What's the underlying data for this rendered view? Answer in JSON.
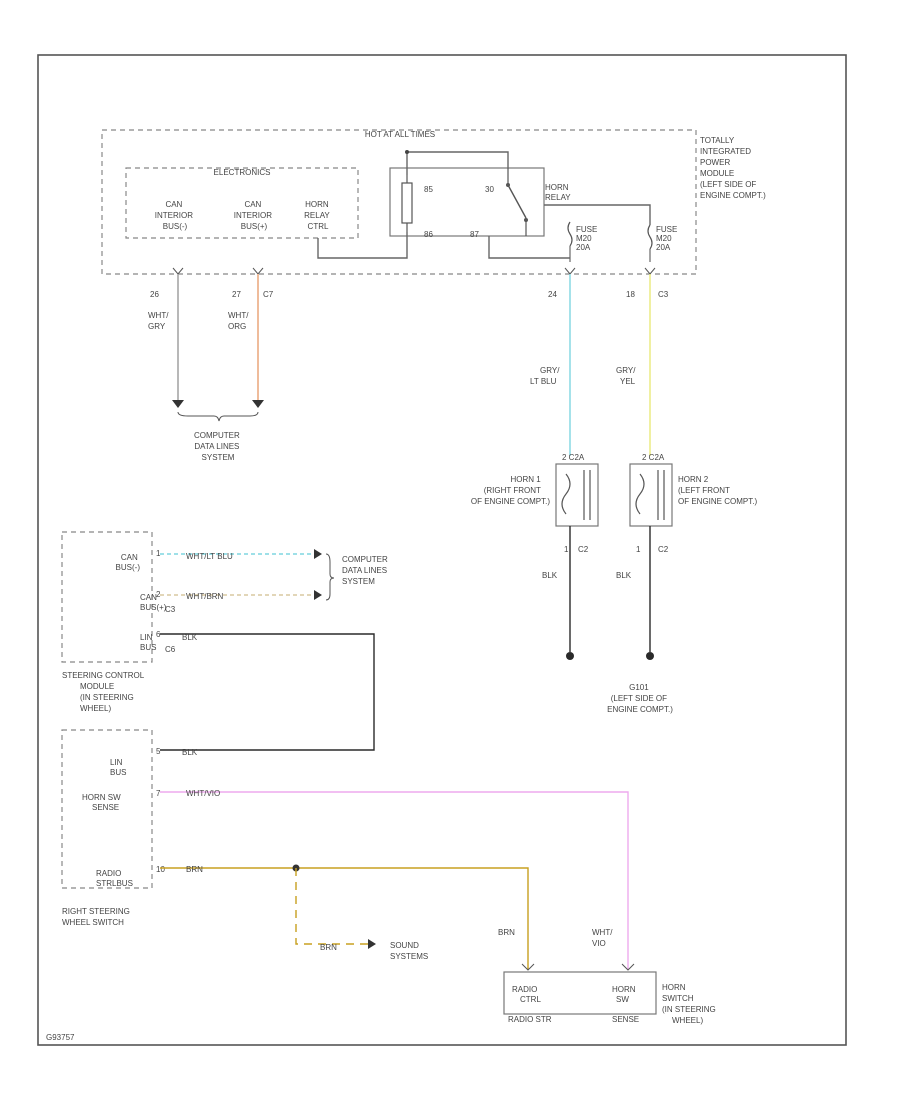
{
  "colors": {
    "wire_gry": "#9a9a9a",
    "wire_org": "#e8a070",
    "wire_ltblu": "#7fd6e0",
    "wire_yel": "#eaea7a",
    "wire_blk": "#2a2a2a",
    "wire_vio": "#eeaaee",
    "wire_brn": "#c8a020",
    "wire_tan": "#d8c8a0",
    "frame": "#555555"
  },
  "tipm": {
    "hot_label": "HOT AT ALL TIMES",
    "label": [
      "TOTALLY",
      "INTEGRATED",
      "POWER",
      "MODULE",
      "(LEFT SIDE OF",
      "ENGINE COMPT.)"
    ],
    "electronics_label": "ELECTRONICS",
    "can_int_1": [
      "CAN",
      "INTERIOR",
      "BUS(-)"
    ],
    "can_int_2": [
      "CAN",
      "INTERIOR",
      "BUS(+)"
    ],
    "horn_relay_ctrl": [
      "HORN",
      "RELAY",
      "CTRL"
    ],
    "relay_label": [
      "HORN",
      "RELAY"
    ],
    "relay_pins": {
      "p85": "85",
      "p30": "30",
      "p86": "86",
      "p87": "87"
    },
    "fuse_1": [
      "FUSE",
      "M20",
      "20A"
    ],
    "fuse_2": [
      "FUSE",
      "M20",
      "20A"
    ]
  },
  "wires": {
    "w1": {
      "pin": "26",
      "color": [
        "WHT/",
        "GRY"
      ]
    },
    "w2": {
      "pin": "27",
      "conn": "C7",
      "color": [
        "WHT/",
        "ORG"
      ]
    },
    "w3": {
      "pin": "24",
      "color": [
        "GRY/",
        "LT BLU"
      ]
    },
    "w4": {
      "pin": "18",
      "conn": "C3",
      "color": [
        "GRY/",
        "YEL"
      ]
    }
  },
  "cdl_top": [
    "COMPUTER",
    "DATA LINES",
    "SYSTEM"
  ],
  "horn1": {
    "pins": "2  C2A",
    "label": [
      "HORN 1",
      "(RIGHT FRONT",
      "OF ENGINE COMPT.)"
    ],
    "ground_pin": "1",
    "ground_conn": "C2",
    "wire": "BLK"
  },
  "horn2": {
    "pins": "2  C2A",
    "label": [
      "HORN 2",
      "(LEFT FRONT",
      "OF ENGINE COMPT.)"
    ],
    "ground_pin": "1",
    "ground_conn": "C2",
    "wire": "BLK"
  },
  "ground": {
    "label": [
      "G101",
      "(LEFT SIDE OF",
      "ENGINE COMPT.)"
    ]
  },
  "scm": {
    "can_minus": [
      "CAN",
      "BUS(-)"
    ],
    "can_plus": [
      "CAN",
      "BUS(+)"
    ],
    "lin": [
      "LIN",
      "BUS"
    ],
    "can_minus_pin": "1",
    "can_plus_pin": "2",
    "can_plus_conn": "C3",
    "lin_pin": "6",
    "lin_conn": "C6",
    "wire_can_minus": "WHT/LT BLU",
    "wire_can_plus": "WHT/BRN",
    "wire_lin": "BLK",
    "label": [
      "STEERING CONTROL",
      "MODULE",
      "(IN STEERING",
      "WHEEL)"
    ]
  },
  "cdl_mid": [
    "COMPUTER",
    "DATA LINES",
    "SYSTEM"
  ],
  "rsws": {
    "lin": [
      "LIN",
      "BUS"
    ],
    "horn_sw": [
      "HORN SW",
      "SENSE"
    ],
    "radio": [
      "RADIO",
      "STRLBUS"
    ],
    "lin_pin": "5",
    "horn_pin": "7",
    "radio_pin": "10",
    "wire_lin": "BLK",
    "wire_horn": "WHT/VIO",
    "wire_radio": "BRN",
    "label": [
      "RIGHT STEERING",
      "WHEEL SWITCH"
    ]
  },
  "sound": {
    "wire": "BRN",
    "label": [
      "SOUND",
      "SYSTEMS"
    ]
  },
  "horn_switch": {
    "wire_brn": "BRN",
    "wire_vio": [
      "WHT/",
      "VIO"
    ],
    "radio_ctrl": [
      "RADIO",
      "CTRL"
    ],
    "horn_sw": [
      "HORN",
      "SW"
    ],
    "radio_sub": "RADIO STR",
    "horn_sub": "SENSE",
    "label": [
      "HORN",
      "SWITCH",
      "(IN STEERING",
      "WHEEL)"
    ]
  },
  "footer_code": "G93757"
}
